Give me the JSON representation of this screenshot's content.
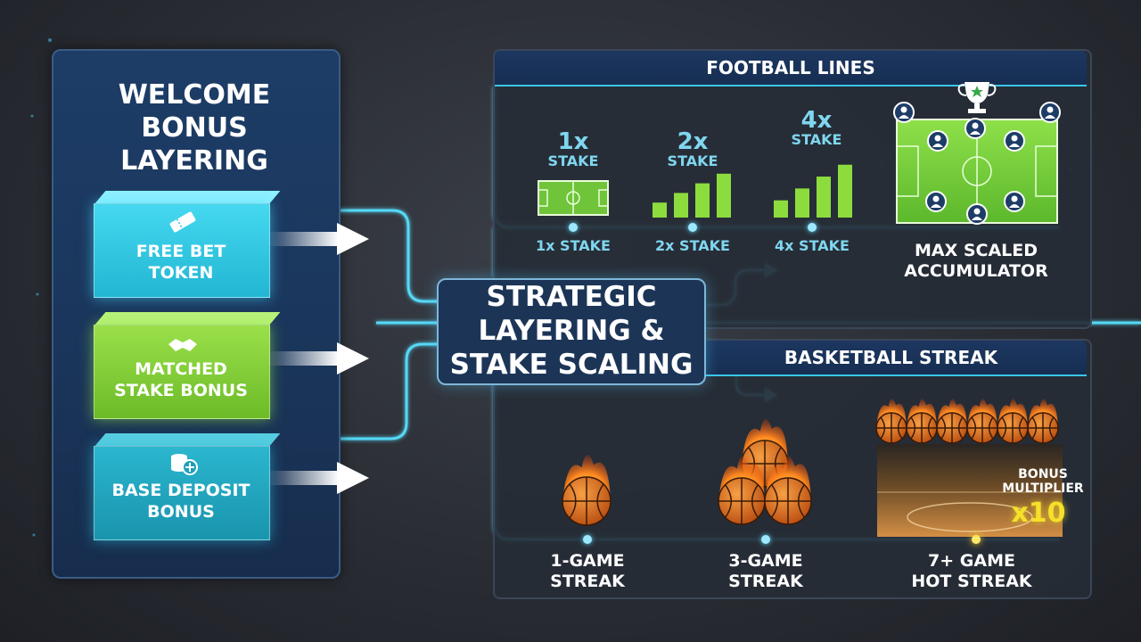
{
  "left": {
    "title_lines": [
      "WELCOME",
      "BONUS",
      "LAYERING"
    ],
    "boxes": [
      {
        "label_lines": [
          "FREE BET",
          "TOKEN"
        ],
        "icon": "ticket-icon",
        "color": "#2fc9e6"
      },
      {
        "label_lines": [
          "MATCHED",
          "STAKE BONUS"
        ],
        "icon": "handshake-icon",
        "color": "#8bd43a"
      },
      {
        "label_lines": [
          "BASE DEPOSIT",
          "BONUS"
        ],
        "icon": "coin-stack-plus-icon",
        "color": "#1ea7c0"
      }
    ]
  },
  "center": {
    "title_lines": [
      "STRATEGIC",
      "LAYERING &",
      "STAKE SCALING"
    ]
  },
  "football": {
    "header": "FOOTBALL LINES",
    "stages": [
      {
        "big": "1x",
        "small": "STAKE",
        "node_label": "1x STAKE",
        "level": 1
      },
      {
        "big": "2x",
        "small": "STAKE",
        "node_label": "2x STAKE",
        "level": 2
      },
      {
        "big": "4x",
        "small": "STAKE",
        "node_label": "4x STAKE",
        "level": 4
      }
    ],
    "final_label_lines": [
      "MAX SCALED",
      "ACCUMULATOR"
    ],
    "trophy_icon": "trophy-star-icon",
    "player_icon": "player-icon"
  },
  "basketball": {
    "header": "BASKETBALL STREAK",
    "stages": [
      {
        "label_lines": [
          "1-GAME",
          "STREAK"
        ],
        "balls": 1
      },
      {
        "label_lines": [
          "3-GAME",
          "STREAK"
        ],
        "balls": 3
      },
      {
        "label_lines": [
          "7+ GAME",
          "HOT STREAK"
        ],
        "balls": 6
      }
    ],
    "bonus_lines": [
      "BONUS",
      "MULTIPLIER"
    ],
    "multiplier": "x10"
  },
  "colors": {
    "neon": "#58e1ff",
    "green": "#8bd43a",
    "navy": "#1c3557",
    "accent_yellow": "#f5e02a"
  }
}
